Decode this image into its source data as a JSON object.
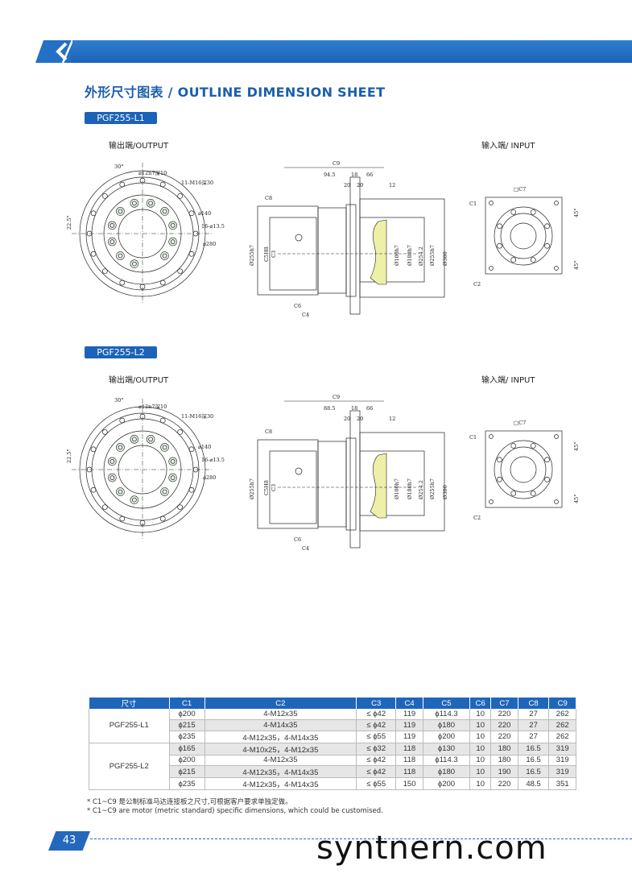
{
  "header": {
    "title": "外形尺寸图表 / OUTLINE DIMENSION SHEET",
    "accent": "#1b63b8"
  },
  "sections": [
    {
      "model": "PGF255-L1",
      "output_label": "输出端/OUTPUT",
      "input_label": "输入端/ INPUT",
      "output_view": {
        "angle_top": "30°",
        "angle_left": "22.5°",
        "pin": "⌀12n7深10",
        "thread": "11-M16深30",
        "pcd": "⌀140",
        "holes": "16-⌀13.5",
        "outer": "⌀280"
      },
      "side_view": {
        "c9": "C9",
        "d1": "94.5",
        "d2": "18",
        "d3": "66",
        "d4": "20",
        "d5": "20",
        "d6": "12",
        "c8": "C8",
        "c6": "C6",
        "c4": "C4",
        "c5": "C5H8",
        "c3": "C3",
        "left_dia": "Ø255h7",
        "dia1": "Ø100h7",
        "dia2": "Ø180h7",
        "dia3": "Ø254.2",
        "dia4": "Ø255h7",
        "dia5": "Ø300"
      },
      "input_view": {
        "c7": "□C7",
        "c1": "C1",
        "c2": "C2",
        "a1": "45°",
        "a2": "45°"
      }
    },
    {
      "model": "PGF255-L2",
      "output_label": "输出端/OUTPUT",
      "input_label": "输入端/ INPUT",
      "output_view": {
        "angle_top": "30°",
        "angle_left": "22.5°",
        "pin": "⌀12n7深10",
        "thread": "11-M16深30",
        "pcd": "⌀140",
        "holes": "16-⌀13.5",
        "outer": "⌀280"
      },
      "side_view": {
        "c9": "C9",
        "d1": "88.5",
        "d2": "18",
        "d3": "66",
        "d4": "20",
        "d5": "20",
        "d6": "12",
        "c8": "C8",
        "c6": "C6",
        "c4": "C4",
        "c5": "C5H8",
        "c3": "C3",
        "left_dia": "Ø255h7",
        "dia1": "Ø100h7",
        "dia2": "Ø180h7",
        "dia3": "Ø254.2",
        "dia4": "Ø255h7",
        "dia5": "Ø300"
      },
      "input_view": {
        "c7": "□C7",
        "c1": "C1",
        "c2": "C2",
        "a1": "45°",
        "a2": "45°"
      }
    }
  ],
  "table": {
    "headers": [
      "尺寸",
      "C1",
      "C2",
      "C3",
      "C4",
      "C5",
      "C6",
      "C7",
      "C8",
      "C9"
    ],
    "groups": [
      {
        "model": "PGF255-L1",
        "rows": [
          [
            "ϕ200",
            "4-M12x35",
            "≤ ϕ42",
            "119",
            "ϕ114.3",
            "10",
            "220",
            "27",
            "262"
          ],
          [
            "ϕ215",
            "4-M14x35",
            "≤ ϕ42",
            "119",
            "ϕ180",
            "10",
            "220",
            "27",
            "262"
          ],
          [
            "ϕ235",
            "4-M12x35，4-M14x35",
            "≤ ϕ55",
            "119",
            "ϕ200",
            "10",
            "220",
            "27",
            "262"
          ]
        ]
      },
      {
        "model": "PGF255-L2",
        "rows": [
          [
            "ϕ165",
            "4-M10x25，4-M12x35",
            "≤ ϕ32",
            "118",
            "ϕ130",
            "10",
            "180",
            "16.5",
            "319"
          ],
          [
            "ϕ200",
            "4-M12x35",
            "≤ ϕ42",
            "118",
            "ϕ114.3",
            "10",
            "180",
            "16.5",
            "319"
          ],
          [
            "ϕ215",
            "4-M12x35，4-M14x35",
            "≤ ϕ42",
            "118",
            "ϕ180",
            "10",
            "190",
            "16.5",
            "319"
          ],
          [
            "ϕ235",
            "4-M12x35，4-M14x35",
            "≤ ϕ55",
            "150",
            "ϕ200",
            "10",
            "220",
            "48.5",
            "351"
          ]
        ]
      }
    ]
  },
  "notes": [
    "* C1~C9 是公制标准马达连接板之尺寸,可根据客户要求单独定做。",
    "* C1~C9 are motor (metric standard) specific dimensions, which could be customised."
  ],
  "footer": {
    "page": "43",
    "watermark": "syntnern.com"
  }
}
